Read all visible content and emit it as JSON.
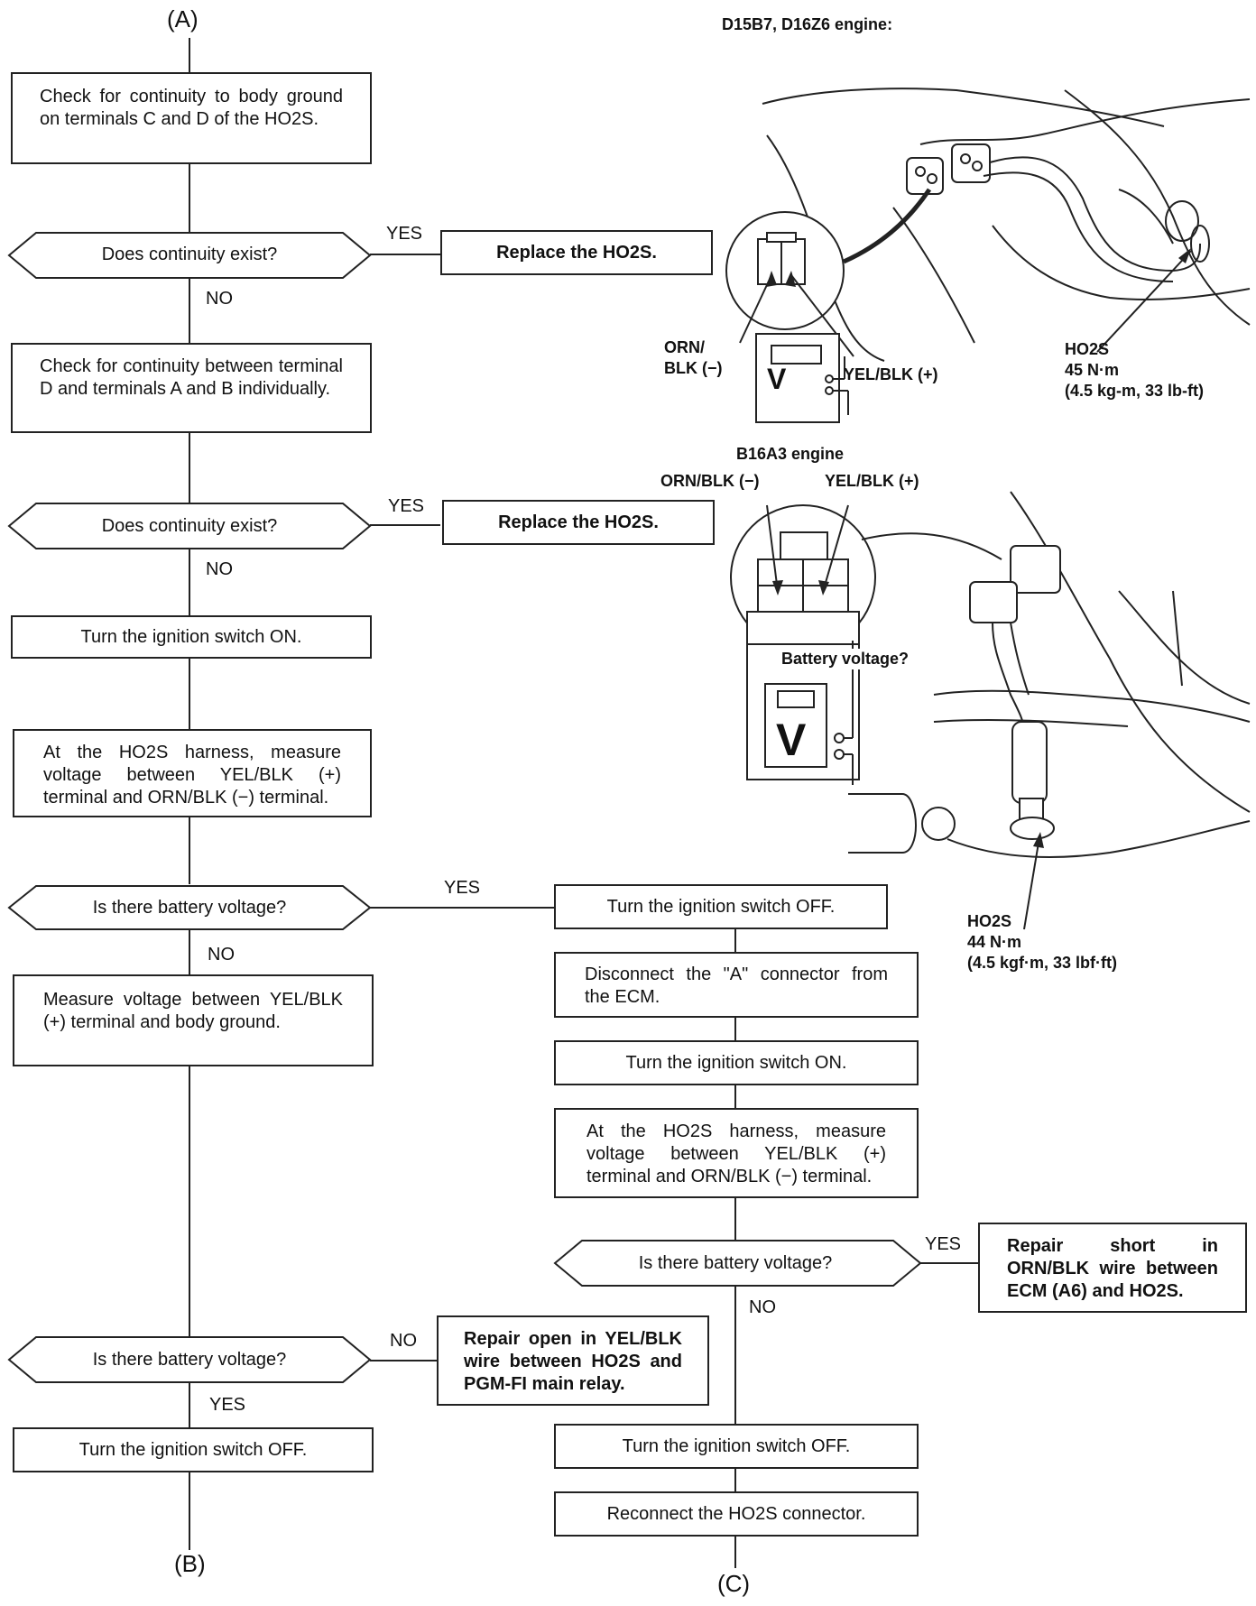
{
  "terminals": {
    "a": "(A)",
    "b": "(B)",
    "c": "(C)"
  },
  "steps": {
    "s1": "Check for continuity to body ground on terminals C and D of the HO2S.",
    "s2": "Check for continuity between terminal D and terminals A and B individually.",
    "s3": "Turn the ignition switch ON.",
    "s4": "At the HO2S harness, measure voltage between YEL/BLK (+) terminal and ORN/BLK (−) terminal.",
    "s5": "Measure voltage between YEL/BLK (+) terminal and body ground.",
    "s6": "Turn the ignition switch OFF.",
    "r1": "Turn the ignition switch OFF.",
    "r2": "Disconnect the \"A\" connector from the ECM.",
    "r3": "Turn the ignition switch ON.",
    "r4": "At the HO2S harness, measure voltage between YEL/BLK (+) terminal and ORN/BLK (−) terminal.",
    "r5": "Turn the ignition switch OFF.",
    "r6": "Reconnect the HO2S connector."
  },
  "decisions": {
    "d1": "Does continuity exist?",
    "d2": "Does continuity exist?",
    "d3": "Is there battery voltage?",
    "d4": "Is there battery voltage?",
    "d5": "Is there battery voltage?"
  },
  "outcomes": {
    "o1": "Replace the HO2S.",
    "o2": "Replace the HO2S.",
    "o3": "Repair open in YEL/BLK wire between HO2S and PGM-FI main relay.",
    "o4": "Repair short in ORN/BLK wire between ECM (A6) and HO2S."
  },
  "branch_labels": {
    "yes1": "YES",
    "no1": "NO",
    "yes2": "YES",
    "no2": "NO",
    "yes3": "YES",
    "no3": "NO",
    "no4": "NO",
    "yes4": "YES",
    "yes5": "YES",
    "no5": "NO"
  },
  "illustration_top": {
    "title": "D15B7, D16Z6 engine:",
    "wire_neg_1": "ORN/",
    "wire_neg_2": "BLK (−)",
    "wire_pos": "YEL/BLK (+)",
    "sensor": "HO2S",
    "torque_1": "45 N·m",
    "torque_2": "(4.5 kg-m, 33 lb-ft)",
    "meter_symbol": "V"
  },
  "illustration_bottom": {
    "title": "B16A3 engine",
    "wire_neg": "ORN/BLK (−)",
    "wire_pos": "YEL/BLK (+)",
    "question": "Battery voltage?",
    "sensor": "HO2S",
    "torque_1": "44 N·m",
    "torque_2": "(4.5 kgf·m, 33 lbf·ft)",
    "meter_symbol": "V"
  }
}
